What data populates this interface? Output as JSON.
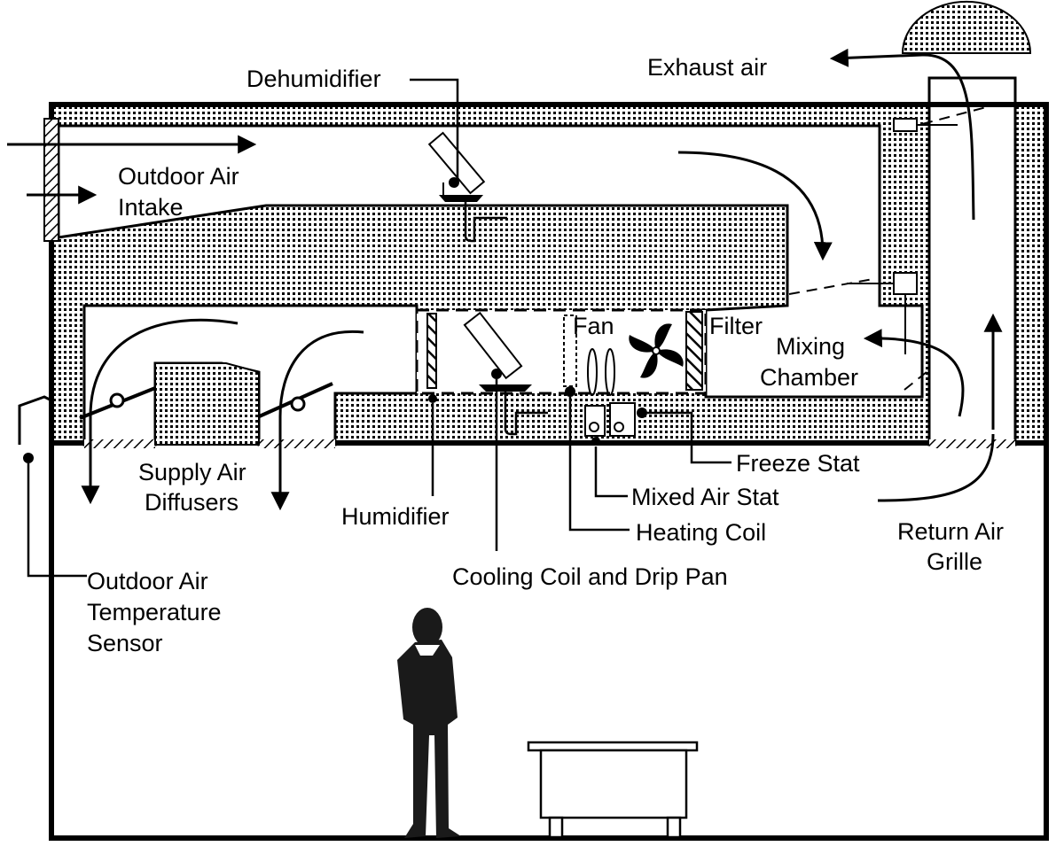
{
  "labels": {
    "dehumidifier": "Dehumidifier",
    "exhaust_air": "Exhaust air",
    "outdoor_air_intake_1": "Outdoor Air",
    "outdoor_air_intake_2": "Intake",
    "fan": "Fan",
    "filter": "Filter",
    "mixing_chamber_1": "Mixing",
    "mixing_chamber_2": "Chamber",
    "supply_air_diffusers_1": "Supply Air",
    "supply_air_diffusers_2": "Diffusers",
    "humidifier": "Humidifier",
    "freeze_stat": "Freeze Stat",
    "mixed_air_stat": "Mixed Air Stat",
    "heating_coil": "Heating Coil",
    "return_air_grille_1": "Return Air",
    "return_air_grille_2": "Grille",
    "cooling_coil": "Cooling Coil and Drip Pan",
    "outdoor_sensor_1": "Outdoor Air",
    "outdoor_sensor_2": "Temperature",
    "outdoor_sensor_3": "Sensor"
  },
  "colors": {
    "ink": "#000000",
    "paper": "#ffffff",
    "duct_fill": "#c8c8c8"
  },
  "icons": [
    "fan-icon",
    "person-silhouette",
    "table-icon",
    "roof-vent-icon"
  ]
}
